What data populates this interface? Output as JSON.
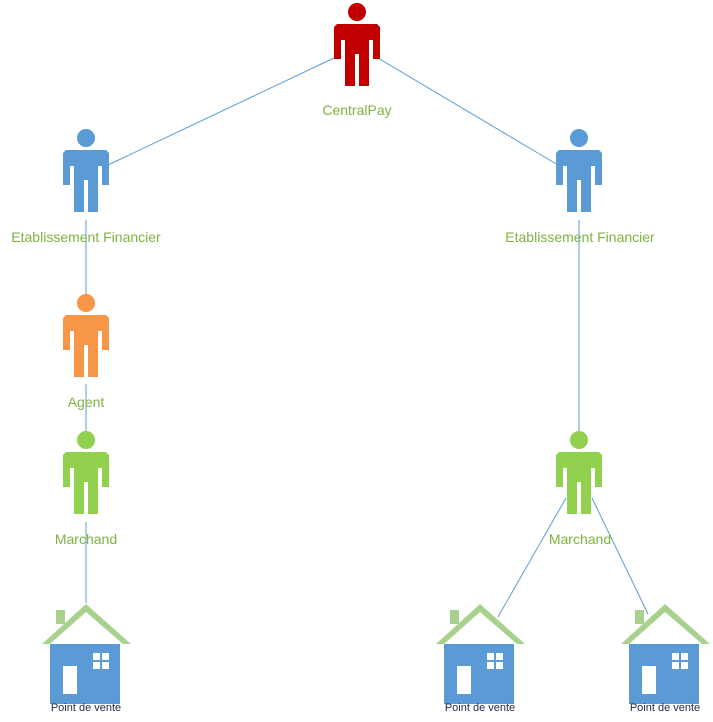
{
  "colors": {
    "central": "#c00000",
    "financial": "#5b9bd5",
    "agent": "#f79646",
    "merchant": "#92d050",
    "house_body": "#5b9bd5",
    "house_roof": "#a9d18e",
    "label_green": "#7fb241",
    "connector": "#5b9bd5"
  },
  "nodes": {
    "central": {
      "label": "CentralPay",
      "icon": "person-icon"
    },
    "financial_left": {
      "label": "Etablissement Financier",
      "icon": "person-icon"
    },
    "financial_right": {
      "label": "Etablissement Financier",
      "icon": "person-icon"
    },
    "agent": {
      "label": "Agent",
      "icon": "person-icon"
    },
    "merchant_left": {
      "label": "Marchand",
      "icon": "person-icon"
    },
    "merchant_right": {
      "label": "Marchand",
      "icon": "person-icon"
    },
    "pos_left": {
      "label": "Point de vente",
      "icon": "house-icon"
    },
    "pos_mid": {
      "label": "Point de vente",
      "icon": "house-icon"
    },
    "pos_right": {
      "label": "Point de vente",
      "icon": "house-icon"
    }
  }
}
